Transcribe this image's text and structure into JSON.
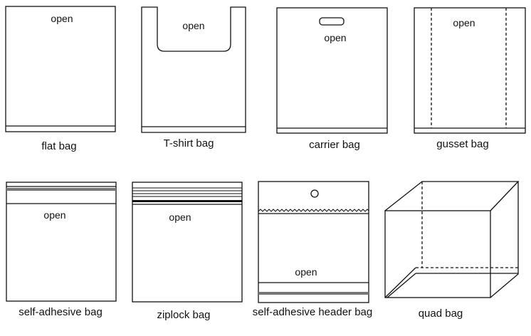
{
  "open_text": "open",
  "bags": [
    {
      "label": "flat bag"
    },
    {
      "label": "T-shirt bag"
    },
    {
      "label": "carrier bag"
    },
    {
      "label": "gusset bag"
    },
    {
      "label": "self-adhesive bag"
    },
    {
      "label": "ziplock bag"
    },
    {
      "label": "self-adhesive header bag"
    },
    {
      "label": "quad bag"
    }
  ],
  "colors": {
    "line": "#111111",
    "strip_gray": "#777777",
    "background": "#ffffff"
  }
}
